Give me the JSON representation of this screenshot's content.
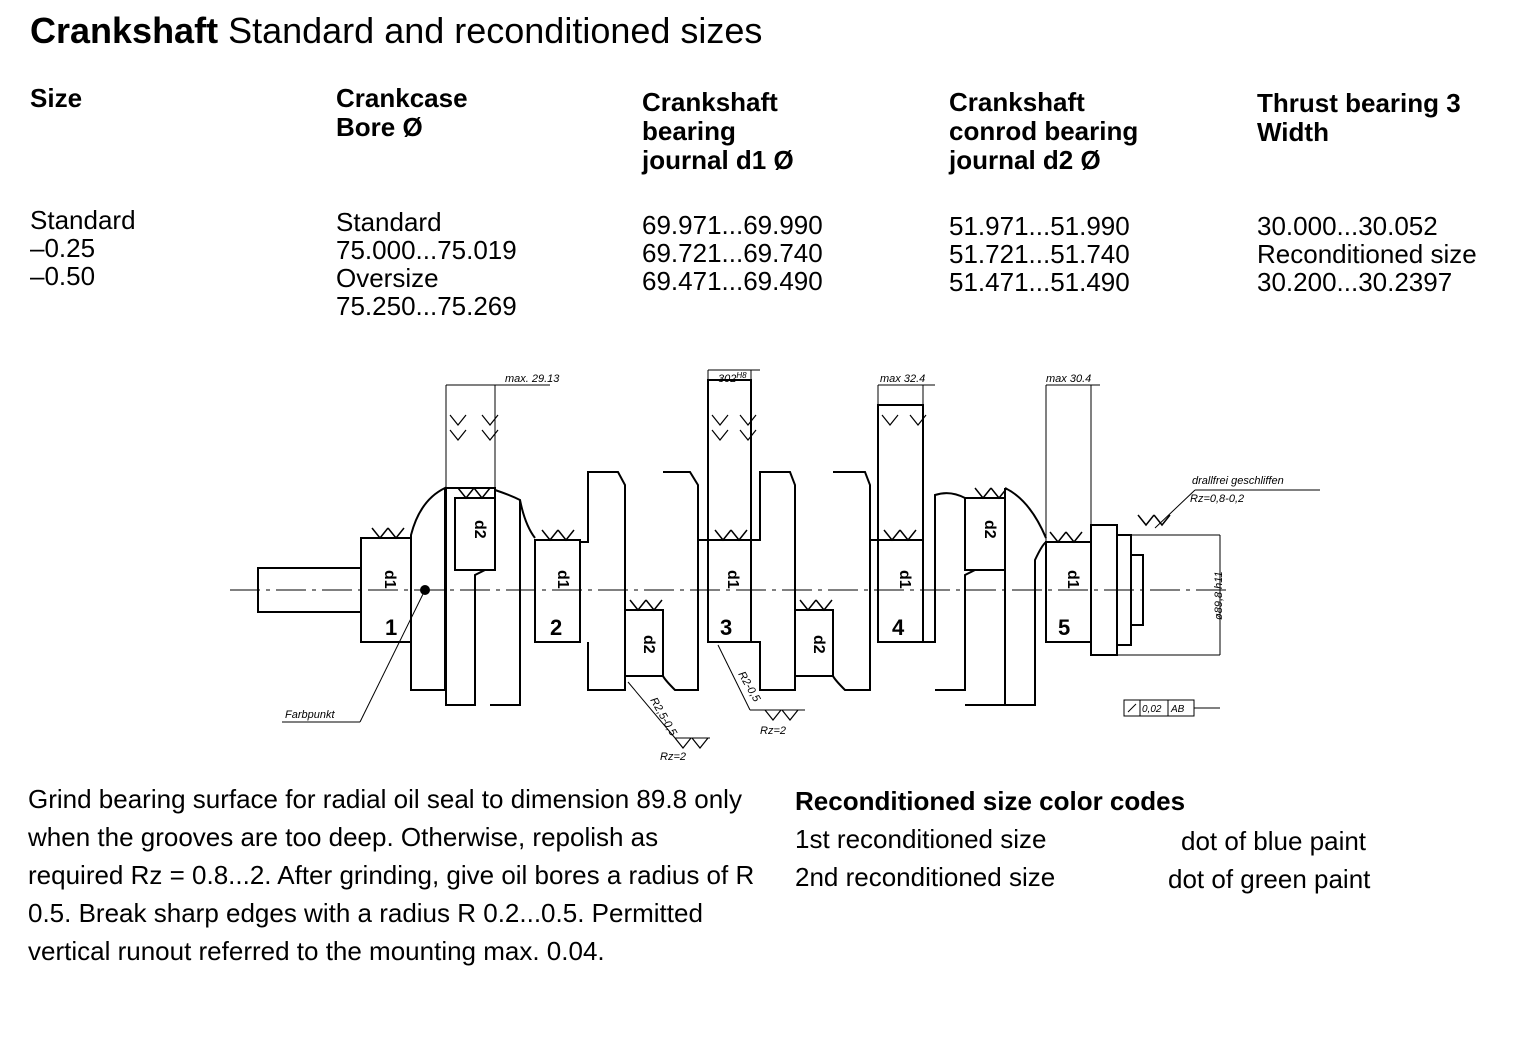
{
  "title": {
    "bold": "Crankshaft",
    "rest": "Standard and reconditioned sizes"
  },
  "table": {
    "headers": [
      [
        "Size"
      ],
      [
        "Crankcase",
        "Bore Ø"
      ],
      [
        "Crankshaft",
        "bearing",
        "journal d1 Ø"
      ],
      [
        "Crankshaft",
        "conrod bearing",
        "journal d2 Ø"
      ],
      [
        "Thrust bearing 3",
        "Width"
      ]
    ],
    "columns": [
      [
        "Standard",
        "–0.25",
        "–0.50"
      ],
      [
        "Standard",
        "75.000...75.019",
        "Oversize",
        "75.250...75.269"
      ],
      [
        "69.971...69.990",
        "69.721...69.740",
        "69.471...69.490"
      ],
      [
        "51.971...51.990",
        "51.721...51.740",
        "51.471...51.490"
      ],
      [
        "30.000...30.052",
        "Reconditioned size",
        "30.200...30.2397"
      ]
    ]
  },
  "drawing": {
    "dims": [
      "max. 29.13",
      "302",
      "H8",
      "max 32.4",
      "max 30.4"
    ],
    "journal_numbers": [
      "1",
      "2",
      "3",
      "4",
      "5"
    ],
    "d1": "d1",
    "d2": "d2",
    "farbpunkt": "Farbpunkt",
    "drallfrei": "drallfrei geschliffen",
    "rz_08": "Rz=0,8-0,2",
    "rz_2": "Rz=2",
    "r25": "R2,5-0,5",
    "r2": "R2-0,5",
    "diam": "ø89,8 h11",
    "runout_val": "0,02",
    "runout_ref": "AB"
  },
  "note": "Grind bearing surface for radial oil seal to dimension 89.8 only when the grooves are too deep. Otherwise, repolish as required Rz = 0.8...2. After grinding, give oil bores a radius of R 0.5. Break sharp edges with a radius R 0.2...0.5. Permitted vertical runout referred to the mounting max. 0.04.",
  "color_codes": {
    "title": "Reconditioned size color codes",
    "rows": [
      {
        "label": "1st reconditioned size",
        "value": "dot of blue paint"
      },
      {
        "label": "2nd reconditioned size",
        "value": "dot of green paint"
      }
    ]
  }
}
